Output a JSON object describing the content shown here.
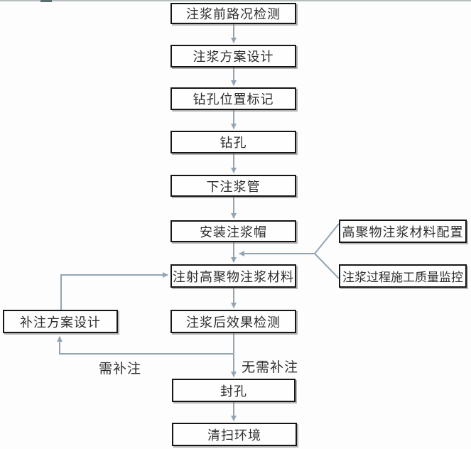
{
  "colors": {
    "background": "#fdfdfd",
    "connector": "#93a4b4",
    "box_border": "#161616",
    "box_fill": "#fefefe",
    "text": "#2e2e2e",
    "top_edge": "#b7bdbf",
    "top_edge_dark": "#5c6f6f"
  },
  "flowchart": {
    "main_flow": [
      {
        "label": "注浆前路况检测"
      },
      {
        "label": "注浆方案设计"
      },
      {
        "label": "钻孔位置标记"
      },
      {
        "label": "钻孔"
      },
      {
        "label": "下注浆管"
      },
      {
        "label": "安装注浆帽"
      },
      {
        "label": "注射高聚物注浆材料"
      },
      {
        "label": "注浆后效果检测"
      },
      {
        "label": "封孔"
      },
      {
        "label": "清扫环境"
      }
    ],
    "side_inputs": [
      {
        "label": "高聚物注浆材料配置"
      },
      {
        "label": "注浆过程施工质量监控"
      }
    ],
    "feedback_box": {
      "label": "补注方案设计"
    },
    "branch_labels": {
      "need_regrout": "需补注",
      "no_regrout": "无需补注"
    }
  }
}
